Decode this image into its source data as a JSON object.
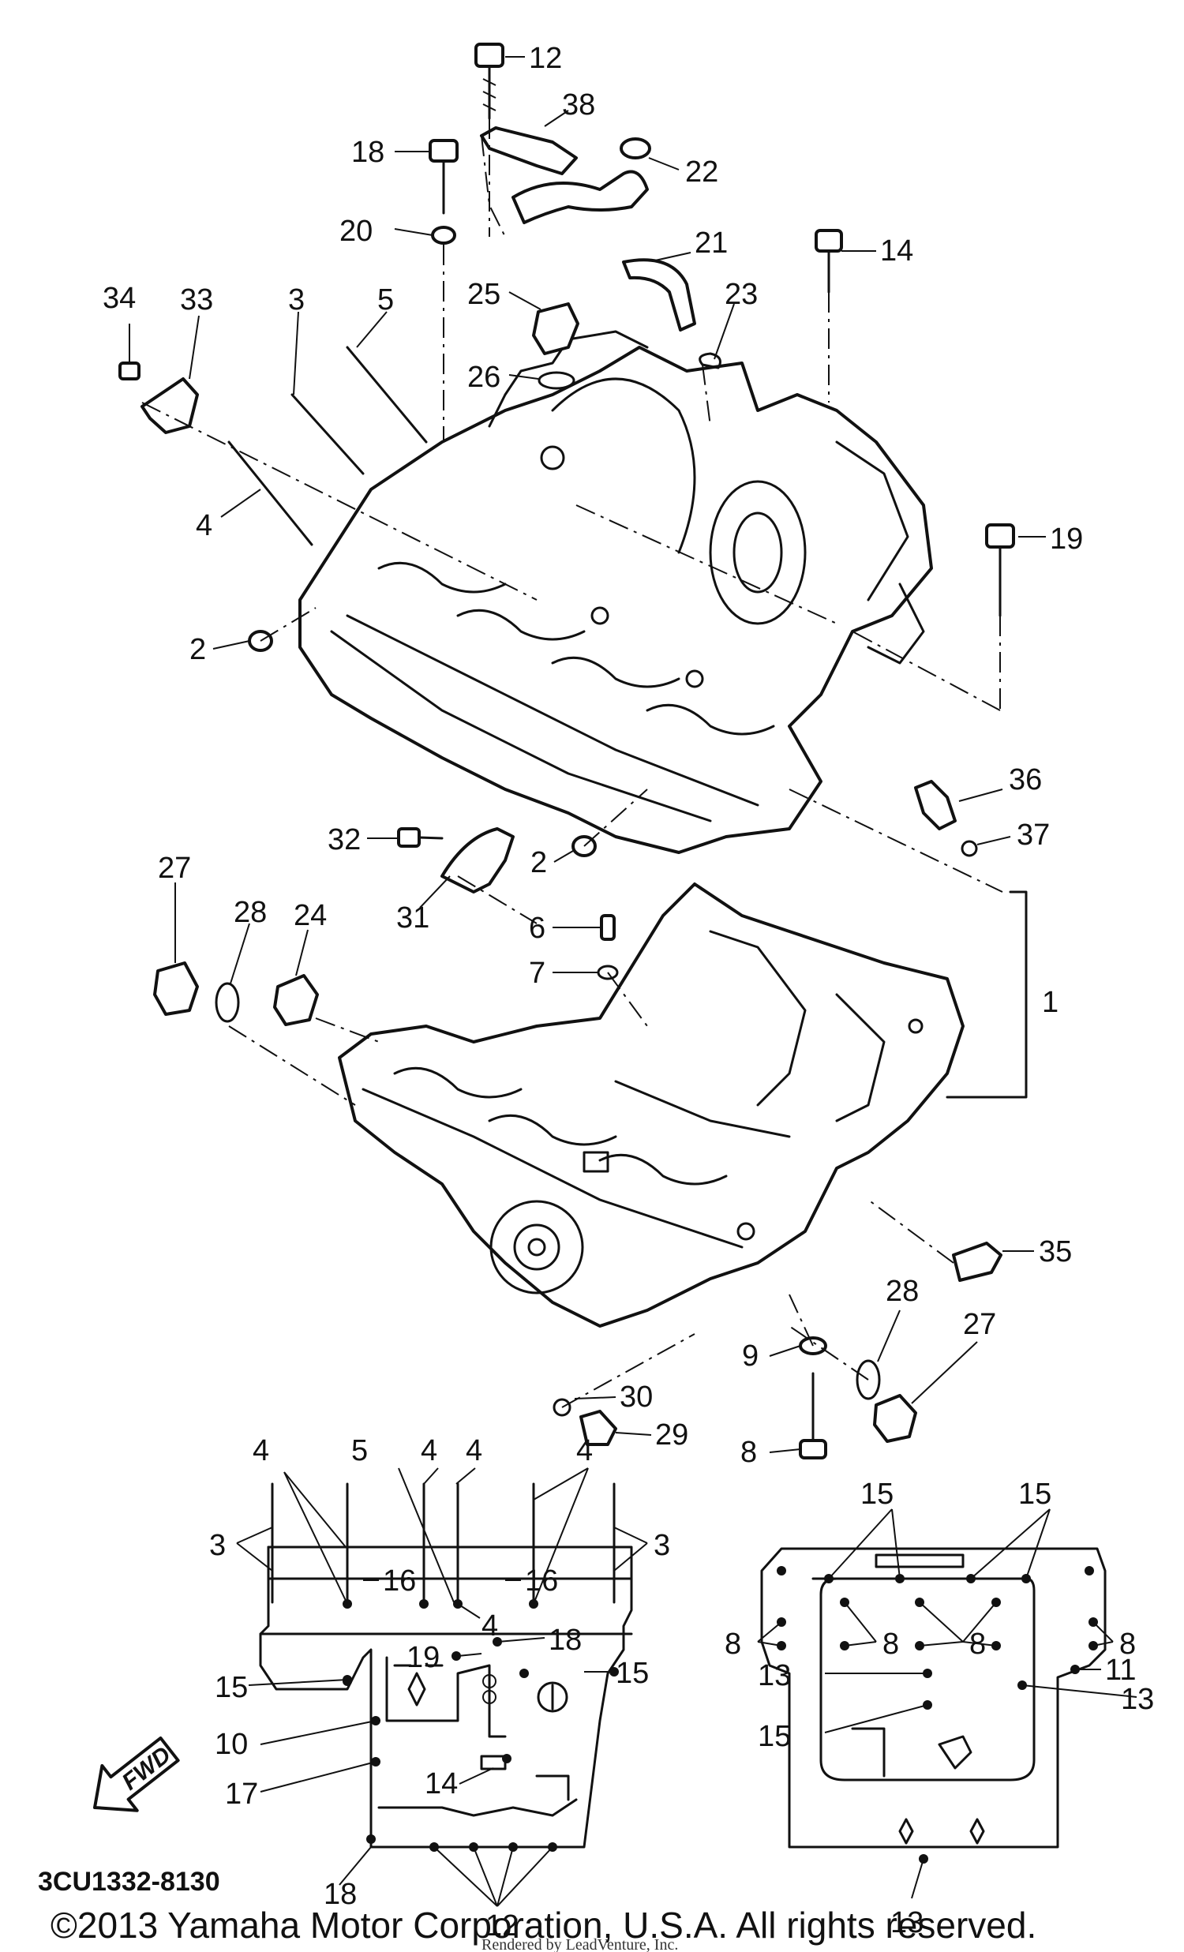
{
  "callouts": {
    "c12a": "12",
    "c38": "38",
    "c18a": "18",
    "c22": "22",
    "c20": "20",
    "c21": "21",
    "c14a": "14",
    "c34": "34",
    "c33": "33",
    "c3a": "3",
    "c5a": "5",
    "c25": "25",
    "c23": "23",
    "c26": "26",
    "c4a": "4",
    "c19a": "19",
    "c2a": "2",
    "c36": "36",
    "c32": "32",
    "c2b": "2",
    "c37": "37",
    "c27a": "27",
    "c31": "31",
    "c28a": "28",
    "c24": "24",
    "c6": "6",
    "c7": "7",
    "c1": "1",
    "c35": "35",
    "c28b": "28",
    "c27b": "27",
    "c9": "9",
    "c30": "30",
    "c29": "29",
    "c8a": "8"
  },
  "detail_left": {
    "c4a": "4",
    "c5": "5",
    "c4b": "4",
    "c4c": "4",
    "c4d": "4",
    "c3a": "3",
    "c3b": "3",
    "c16a": "16",
    "c16b": "16",
    "c4e": "4",
    "c18a": "18",
    "c19": "19",
    "c15a": "15",
    "c15b": "15",
    "c10": "10",
    "c14": "14",
    "c17": "17",
    "c18b": "18",
    "c12": "12"
  },
  "detail_right": {
    "c15a": "15",
    "c15b": "15",
    "c8a": "8",
    "c8b": "8",
    "c8c": "8",
    "c8d": "8",
    "c11": "11",
    "c13a": "13",
    "c13b": "13",
    "c15c": "15",
    "c13c": "13"
  },
  "fwd_arrow": {
    "label": "FWD"
  },
  "diagram_code": "3CU1332-8130",
  "footer": {
    "copyright": "©2013 Yamaha Motor Corporation, U.S.A. All rights reserved.",
    "rendered": "Rendered by LeadVenture, Inc."
  }
}
